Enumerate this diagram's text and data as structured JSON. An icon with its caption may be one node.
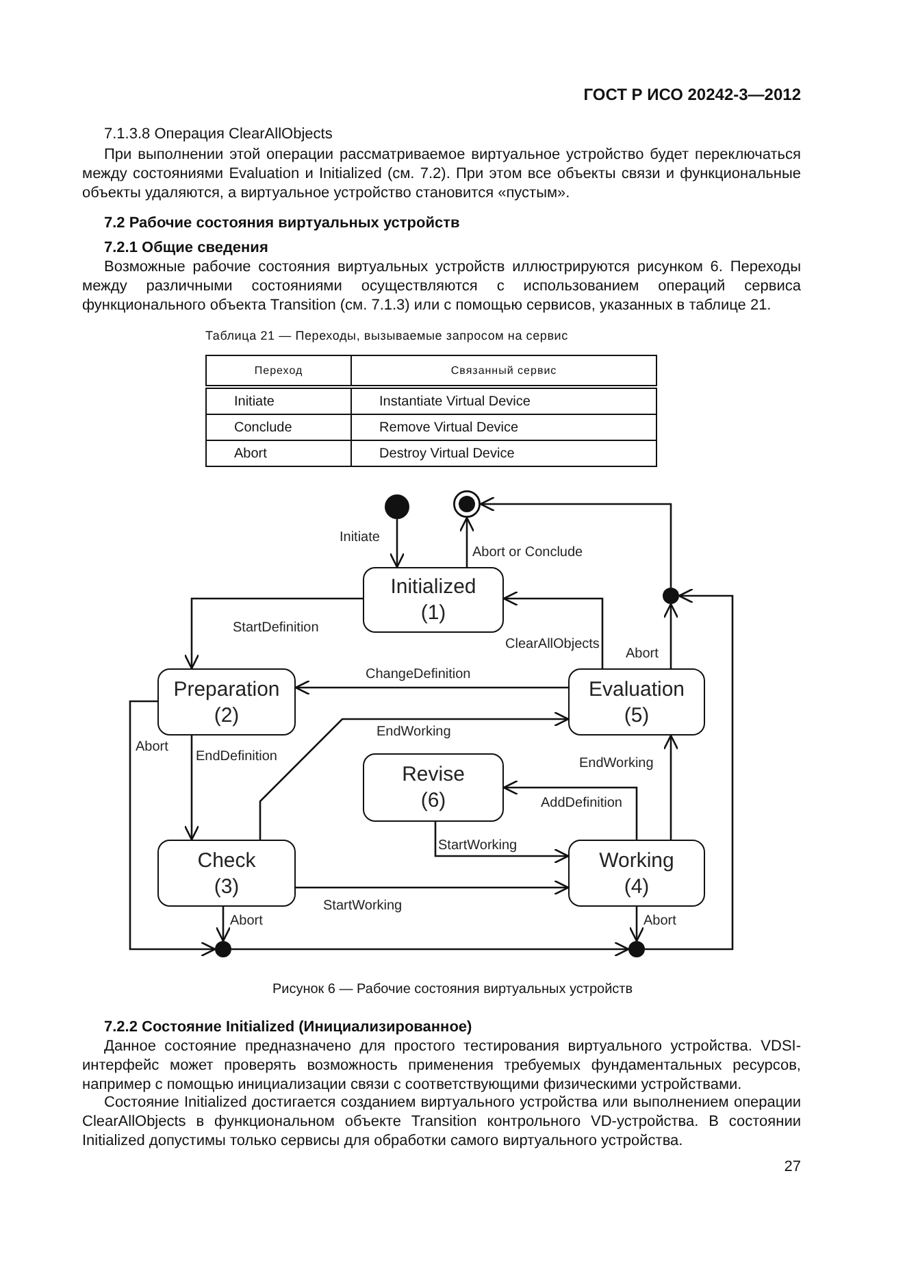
{
  "diagram": {
    "caption": "Рисунок 6 — Рабочие состояния виртуальных устройств",
    "nodes": [
      {
        "text": [],
        "shape": "dot"
      },
      {
        "text": [],
        "shape": "bullseye"
      },
      {
        "text": [
          "Initialized",
          "(1)"
        ]
      },
      {
        "text": [
          "Preparation",
          "(2)"
        ]
      },
      {
        "text": [
          "Evaluation",
          "(5)"
        ]
      },
      {
        "text": [
          "Revise",
          "(6)"
        ]
      },
      {
        "text": [
          "Check",
          "(3)"
        ]
      },
      {
        "text": [
          "Working",
          "(4)"
        ]
      },
      {
        "text": [],
        "shape": "dot"
      },
      {
        "text": [],
        "shape": "dot"
      },
      {
        "text": [],
        "shape": "dot"
      }
    ],
    "edges": [
      {
        "from": 0,
        "to": 2,
        "arrow": "to",
        "label": "Initiate"
      },
      {
        "from": 2,
        "to": 1,
        "arrow": "to",
        "label": "Abort or Conclude"
      },
      {
        "from": 4,
        "to": 2,
        "arrow": "to",
        "label": "ClearAllObjects"
      },
      {
        "from": 2,
        "to": 3,
        "arrow": "to",
        "label": "StartDefinition"
      },
      {
        "from": 4,
        "to": 3,
        "arrow": "to",
        "label": "ChangeDefinition"
      },
      {
        "from": 6,
        "to": 4,
        "arrow": "to",
        "label": "EndWorking"
      },
      {
        "from": 3,
        "to": 6,
        "arrow": "to",
        "label": "EndDefinition"
      },
      {
        "from": 3,
        "to": 9,
        "arrow": "to",
        "label": "Abort"
      },
      {
        "from": 6,
        "to": 9,
        "arrow": "to",
        "label": "Abort"
      },
      {
        "from": 6,
        "to": 7,
        "arrow": "to",
        "label": "StartWorking"
      },
      {
        "from": 5,
        "to": 7,
        "arrow": "to",
        "label": "StartWorking"
      },
      {
        "from": 7,
        "to": 5,
        "arrow": "to",
        "label": "AddDefinition"
      },
      {
        "from": 7,
        "to": 4,
        "arrow": "to",
        "label": "EndWorking"
      },
      {
        "from": 4,
        "to": 8,
        "arrow": "to",
        "label": "Abort"
      },
      {
        "from": 7,
        "to": 10,
        "arrow": "to",
        "label": "Abort"
      },
      {
        "from": 9,
        "to": 10,
        "arrow": "to"
      },
      {
        "from": 10,
        "to": 8,
        "arrow": "to"
      },
      {
        "from": 8,
        "to": 1,
        "arrow": "to"
      }
    ],
    "labels": [
      "ГОСТ Р ИСО 20242-3—2012",
      "7.1.3.8 Операция ClearAllObjects",
      "При выполнении этой операции рассматриваемое виртуальное устройство будет переключаться между состояниями Evaluation и Initialized (см. 7.2). При этом все объекты связи и функциональные объекты удаляются, а виртуальное устройство становится «пустым».",
      "7.2 Рабочие состояния виртуальных устройств",
      "7.2.1 Общие сведения",
      "Возможные рабочие состояния виртуальных устройств иллюстрируются рисунком 6. Переходы между различными состояниями осуществляются с использованием операций сервиса функционального объекта Transition (см. 7.1.3) или с помощью сервисов, указанных в таблице 21.",
      "Таблица 21 — Переходы, вызываемые запросом на сервис",
      "Переход",
      "Связанный сервис",
      "Initiate",
      "Instantiate Virtual Device",
      "Conclude",
      "Remove Virtual Device",
      "Abort",
      "Destroy Virtual Device",
      "7.2.2 Состояние Initialized (Инициализированное)",
      "Данное состояние предназначено для простого тестирования виртуального устройства. VDSI-интерфейс может проверять возможность применения требуемых фундаментальных ресурсов, например с помощью инициализации связи с соответствующими физическими устройствами.",
      "Состояние Initialized достигается созданием виртуального устройства или выполнением операции ClearAllObjects в функциональном объекте Transition контрольного VD-устройства. В состоянии Initialized допустимы только сервисы для обработки самого виртуального устройства.",
      "27"
    ]
  }
}
